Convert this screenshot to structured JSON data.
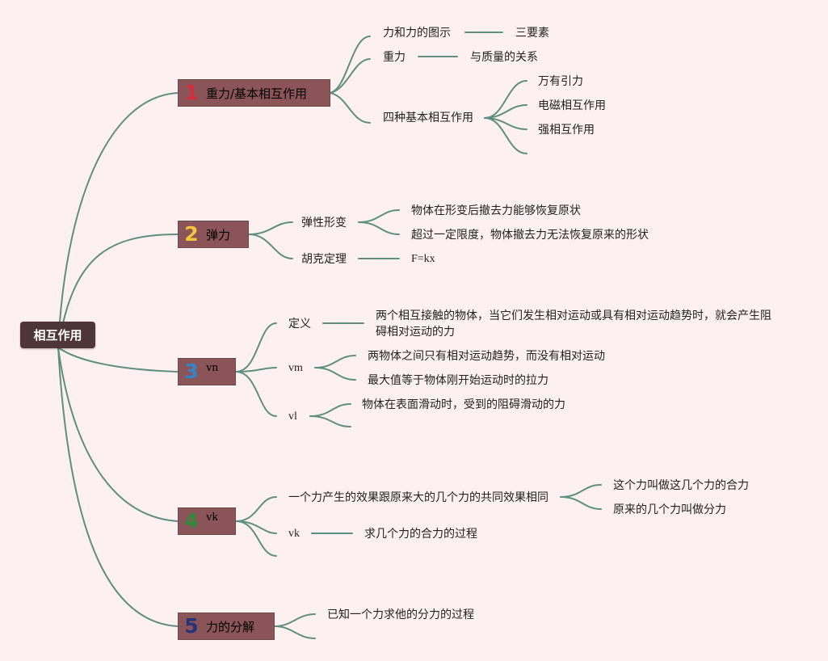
{
  "root": {
    "label": "相互作用"
  },
  "branches": [
    {
      "badge": "1",
      "badge_color": "#d32f3a",
      "label": "重力/基本相互作用",
      "children": [
        {
          "label": "力和力的图示",
          "detail": "三要素"
        },
        {
          "label": "重力",
          "detail": "与质量的关系"
        },
        {
          "label": "四种基本相互作用",
          "items": [
            "万有引力",
            "电磁相互作用",
            "强相互作用"
          ]
        }
      ]
    },
    {
      "badge": "2",
      "badge_color": "#f2c53d",
      "label": "弹力",
      "children": [
        {
          "label": "弹性形变",
          "items": [
            "物体在形变后撤去力能够恢复原状",
            "超过一定限度，物体撤去力无法恢复原来的形状"
          ]
        },
        {
          "label": "胡克定理",
          "detail": "F=kx"
        }
      ]
    },
    {
      "badge": "3",
      "badge_color": "#2f86c9",
      "label": "vn",
      "children": [
        {
          "label": "定义",
          "detail": "两个相互接触的物体，当它们发生相对运动或具有相对运动趋势时，就会产生阻碍相对运动的力"
        },
        {
          "label": "vm",
          "items": [
            "两物体之间只有相对运动趋势，而没有相对运动",
            "最大值等于物体刚开始运动时的拉力"
          ]
        },
        {
          "label": "vl",
          "items": [
            "物体在表面滑动时，受到的阻碍滑动的力"
          ]
        }
      ]
    },
    {
      "badge": "4",
      "badge_color": "#2f8a3a",
      "label": "vk",
      "children": [
        {
          "label": "一个力产生的效果跟原来大的几个力的共同效果相同",
          "items": [
            "这个力叫做这几个力的合力",
            "原来的几个力叫做分力"
          ]
        },
        {
          "label": "vk",
          "detail": "求几个力的合力的过程"
        }
      ]
    },
    {
      "badge": "5",
      "badge_color": "#24337a",
      "label": "力的分解",
      "children": [
        {
          "label": "已知一个力求他的分力的过程"
        }
      ]
    }
  ],
  "colors": {
    "link": "#5f8f80",
    "branch_fill": "#8b5458",
    "root_fill": "#4e3538",
    "background": "#fdf0f0"
  }
}
